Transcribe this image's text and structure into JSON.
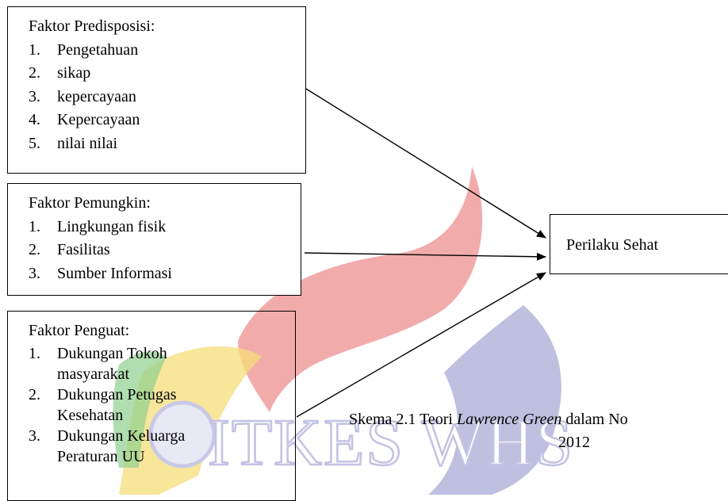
{
  "predisposing": {
    "title": "Faktor Predisposisi:",
    "items": [
      {
        "num": "1.",
        "text": "Pengetahuan"
      },
      {
        "num": "2.",
        "text": "sikap"
      },
      {
        "num": "3.",
        "text": "kepercayaan"
      },
      {
        "num": "4.",
        "text": "Kepercayaan"
      },
      {
        "num": "5.",
        "text": "nilai nilai"
      }
    ]
  },
  "enabling": {
    "title": "Faktor Pemungkin:",
    "items": [
      {
        "num": "1.",
        "text": "Lingkungan fisik"
      },
      {
        "num": "2.",
        "text": "Fasilitas"
      },
      {
        "num": "3.",
        "text": "Sumber Informasi"
      }
    ]
  },
  "reinforcing": {
    "title": "Faktor Penguat:",
    "items": [
      {
        "num": "1.",
        "text": "Dukungan Tokoh",
        "text2": "masyarakat"
      },
      {
        "num": "2.",
        "text": "Dukungan Petugas",
        "text2": "Kesehatan"
      },
      {
        "num": "3.",
        "text": "Dukungan Keluarga",
        "text2": "Peraturan UU"
      }
    ]
  },
  "outcome": {
    "label": "Perilaku Sehat"
  },
  "caption": {
    "prefix": "Skema 2.1 Teori ",
    "italic": "Lawrence Green",
    "suffix": " dalam No",
    "line2": "2012"
  },
  "watermark": {
    "text": "ITKES WHS",
    "colors": {
      "red": "#ee8f8f",
      "blue": "#a9a9d6",
      "yellow": "#f6de7a",
      "green": "#8fd08f"
    }
  }
}
